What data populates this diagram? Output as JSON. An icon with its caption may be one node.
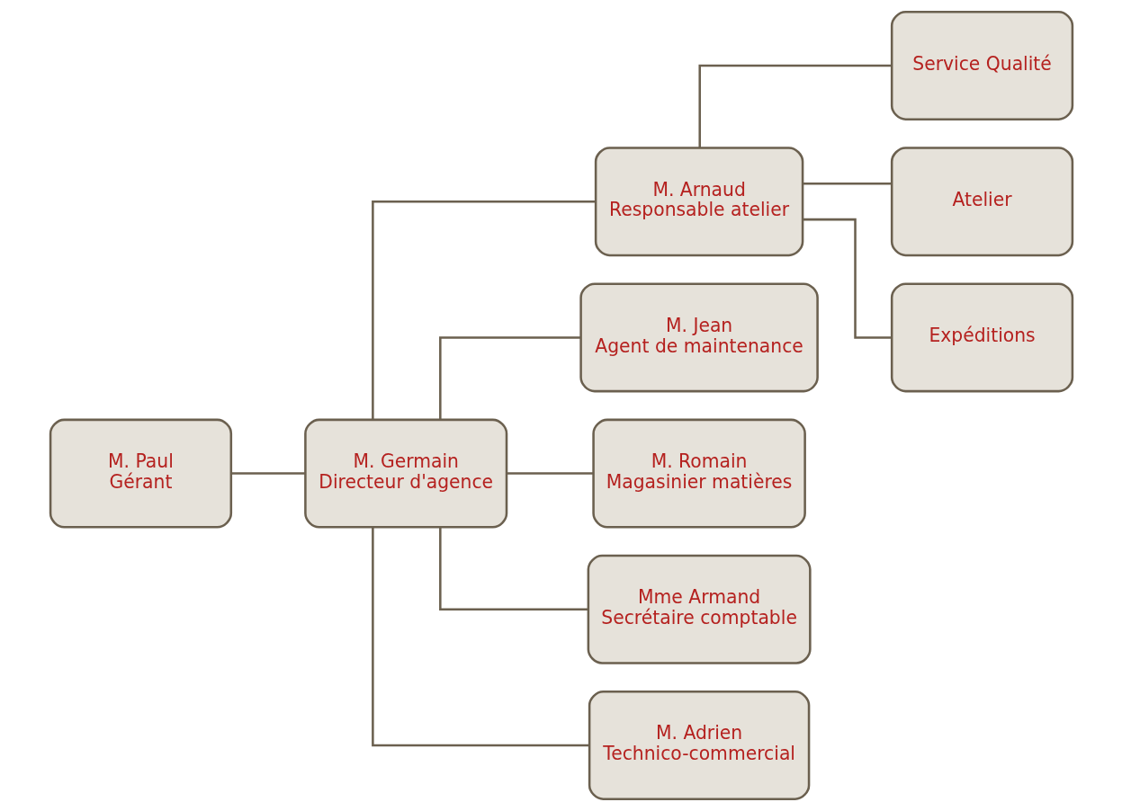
{
  "diagram": {
    "nodes": [
      {
        "text": [
          "M. Paul",
          "Gérant"
        ]
      },
      {
        "text": [
          "M. Germain",
          "Directeur d'agence"
        ]
      },
      {
        "text": [
          "M. Arnaud",
          "Responsable atelier"
        ]
      },
      {
        "text": [
          "M. Jean",
          "Agent de maintenance"
        ]
      },
      {
        "text": [
          "M. Romain",
          "Magasinier matières"
        ]
      },
      {
        "text": [
          "Mme Armand",
          "Secrétaire comptable"
        ]
      },
      {
        "text": [
          "M. Adrien",
          "Technico-commercial"
        ]
      },
      {
        "text": [
          "Service Qualité"
        ]
      },
      {
        "text": [
          "Atelier"
        ]
      },
      {
        "text": [
          "Expéditions"
        ]
      }
    ],
    "edges": [
      {
        "from": 0,
        "to": 1,
        "arrow": "none"
      },
      {
        "from": 1,
        "to": 2,
        "arrow": "none"
      },
      {
        "from": 1,
        "to": 3,
        "arrow": "none"
      },
      {
        "from": 1,
        "to": 4,
        "arrow": "none"
      },
      {
        "from": 1,
        "to": 5,
        "arrow": "none"
      },
      {
        "from": 1,
        "to": 6,
        "arrow": "none"
      },
      {
        "from": 2,
        "to": 7,
        "arrow": "none"
      },
      {
        "from": 2,
        "to": 8,
        "arrow": "none"
      },
      {
        "from": 2,
        "to": 9,
        "arrow": "none"
      }
    ]
  }
}
